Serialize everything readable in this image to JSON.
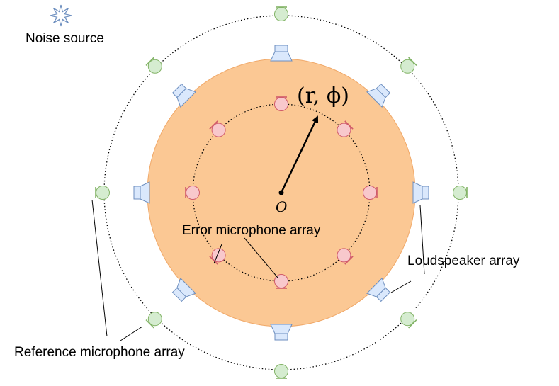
{
  "labels": {
    "noise_source": "Noise source",
    "error_array": "Error microphone array",
    "loudspeaker_array": "Loudspeaker array",
    "reference_array": "Reference microphone array",
    "origin": "O",
    "point": "(r, ϕ)"
  },
  "colors": {
    "region_fill": "#fbc894",
    "region_stroke": "#f0a868",
    "error_mic_fill": "#f8c8cc",
    "error_mic_stroke": "#d05a6a",
    "ref_mic_fill": "#d5ecd0",
    "ref_mic_stroke": "#82b366",
    "speaker_fill": "#dae8fc",
    "speaker_stroke": "#6c8ebf",
    "noise_icon": "#6c8ebf"
  },
  "arrays": {
    "error_microphones": 8,
    "loudspeakers": 8,
    "reference_microphones": 8
  },
  "icons": {
    "noise_source": "star-burst-icon",
    "microphone": "microphone-icon",
    "loudspeaker": "loudspeaker-icon"
  }
}
